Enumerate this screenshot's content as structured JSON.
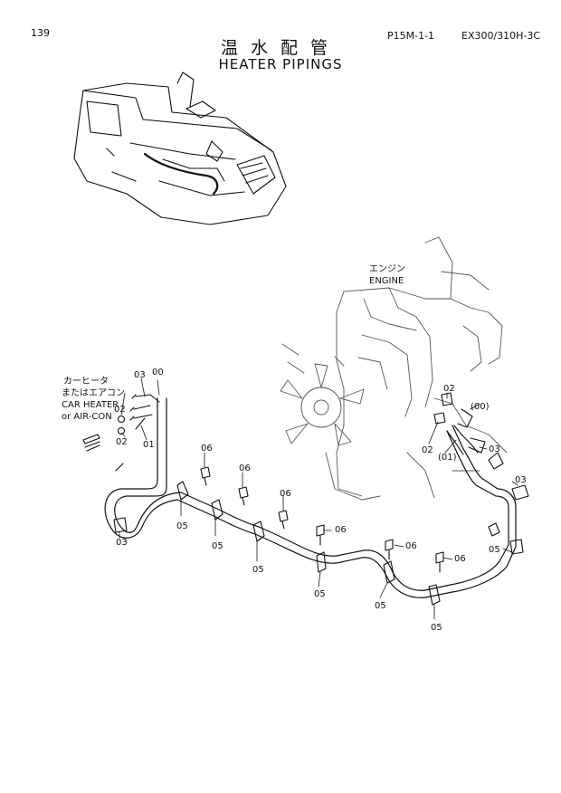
{
  "header": {
    "page_number": "139",
    "figure_code": "P15M-1-1",
    "model": "EX300/310H-3C"
  },
  "title": {
    "japanese": "温水配管",
    "english": "HEATER PIPINGS"
  },
  "notes": {
    "engine_jp": "エンジン",
    "engine_en": "ENGINE",
    "car_heater_jp_1": "カーヒータ",
    "car_heater_jp_2": "またはエアコン",
    "car_heater_en_1": "CAR HEATER",
    "car_heater_en_2": "or AIR-CON"
  },
  "callouts": {
    "c00_top": "00",
    "c03_top": "03",
    "c02_a": "02",
    "c02_b": "02",
    "c01_a": "01",
    "c03_left": "03",
    "c06_a": "06",
    "c05_a": "05",
    "c06_b": "06",
    "c05_b": "05",
    "c06_c": "06",
    "c05_c": "05",
    "c06_d": "06",
    "c05_d": "05",
    "c06_e": "06",
    "c05_e": "05",
    "c06_f": "06",
    "c05_f": "05",
    "c02_c": "02",
    "c00_paren": "(00)",
    "c02_d": "02",
    "c01_paren": "(01)",
    "c03_b": "03",
    "c03_c": "03",
    "c05_g": "05"
  }
}
